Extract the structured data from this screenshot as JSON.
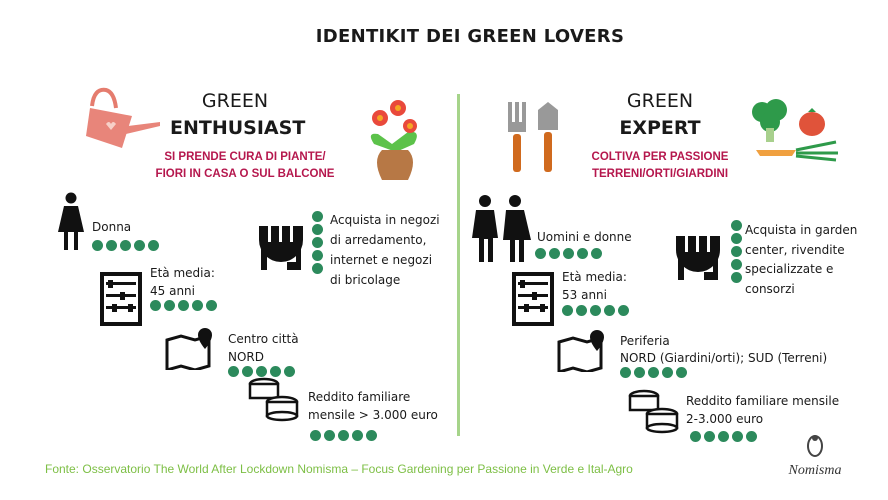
{
  "title": "IDENTIKIT DEI GREEN LOVERS",
  "colors": {
    "accent": "#b5174d",
    "dots": "#2c8a5c",
    "divider": "#a6d48a",
    "source": "#7dbf45"
  },
  "left": {
    "heading_line1": "GREEN",
    "heading_line2": "ENTHUSIAST",
    "subtitle_line1": "SI PRENDE CURA DI PIANTE/",
    "subtitle_line2": "FIORI IN CASA O SUL BALCONE",
    "gender": "Donna",
    "age_label": "Età media:",
    "age_value": "45 anni",
    "location_line1": "Centro città",
    "location_line2": "NORD",
    "income_line1": "Reddito familiare",
    "income_line2": "mensile > 3.000 euro",
    "shopping": [
      "Acquista in negozi",
      "di arredamento,",
      "internet e negozi",
      "di bricolage"
    ]
  },
  "right": {
    "heading_line1": "GREEN",
    "heading_line2": "EXPERT",
    "subtitle_line1": "COLTIVA PER PASSIONE",
    "subtitle_line2": "TERRENI/ORTI/GIARDINI",
    "gender": "Uomini e donne",
    "age_label": "Età media:",
    "age_value": "53 anni",
    "location_line1": "Periferia",
    "location_line2": "NORD (Giardini/orti); SUD (Terreni)",
    "income_line1": "Reddito familiare mensile",
    "income_line2": "2-3.000 euro",
    "shopping": [
      "Acquista in garden",
      "center, rivendite",
      "specializzate e",
      "consorzi"
    ]
  },
  "source": "Fonte: Osservatorio The World After Lockdown Nomisma – Focus Gardening per Passione in Verde e Ital-Agro",
  "logo_text": "Nomisma"
}
